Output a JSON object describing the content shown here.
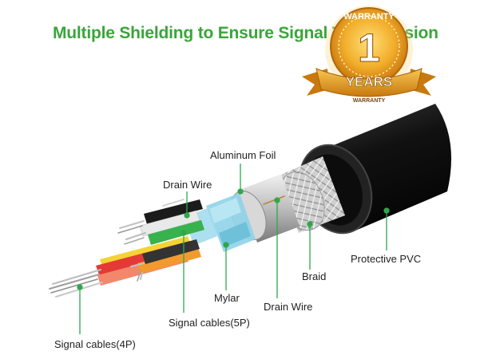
{
  "heading": "Multiple Shielding to Ensure Signal Transmission",
  "badge": {
    "top_text": "WARRANTY",
    "number": "1",
    "ribbon_text": "YEARS",
    "bottom_text": "WARRANTY"
  },
  "labels": {
    "aluminum_foil": "Aluminum Foil",
    "drain_wire_top": "Drain Wire",
    "protective_pvc": "Protective PVC",
    "braid": "Braid",
    "mylar": "Mylar",
    "drain_wire_bottom": "Drain Wire",
    "signal_cables_5p": "Signal cables(5P)",
    "signal_cables_4p": "Signal cables(4P)"
  },
  "colors": {
    "heading_green": "#3aa53a",
    "leader_green": "#2fa84a",
    "jacket": "#1a1a1a",
    "mylar_blue": "#8fd3e8",
    "badge_gold": "#e79a1d"
  }
}
